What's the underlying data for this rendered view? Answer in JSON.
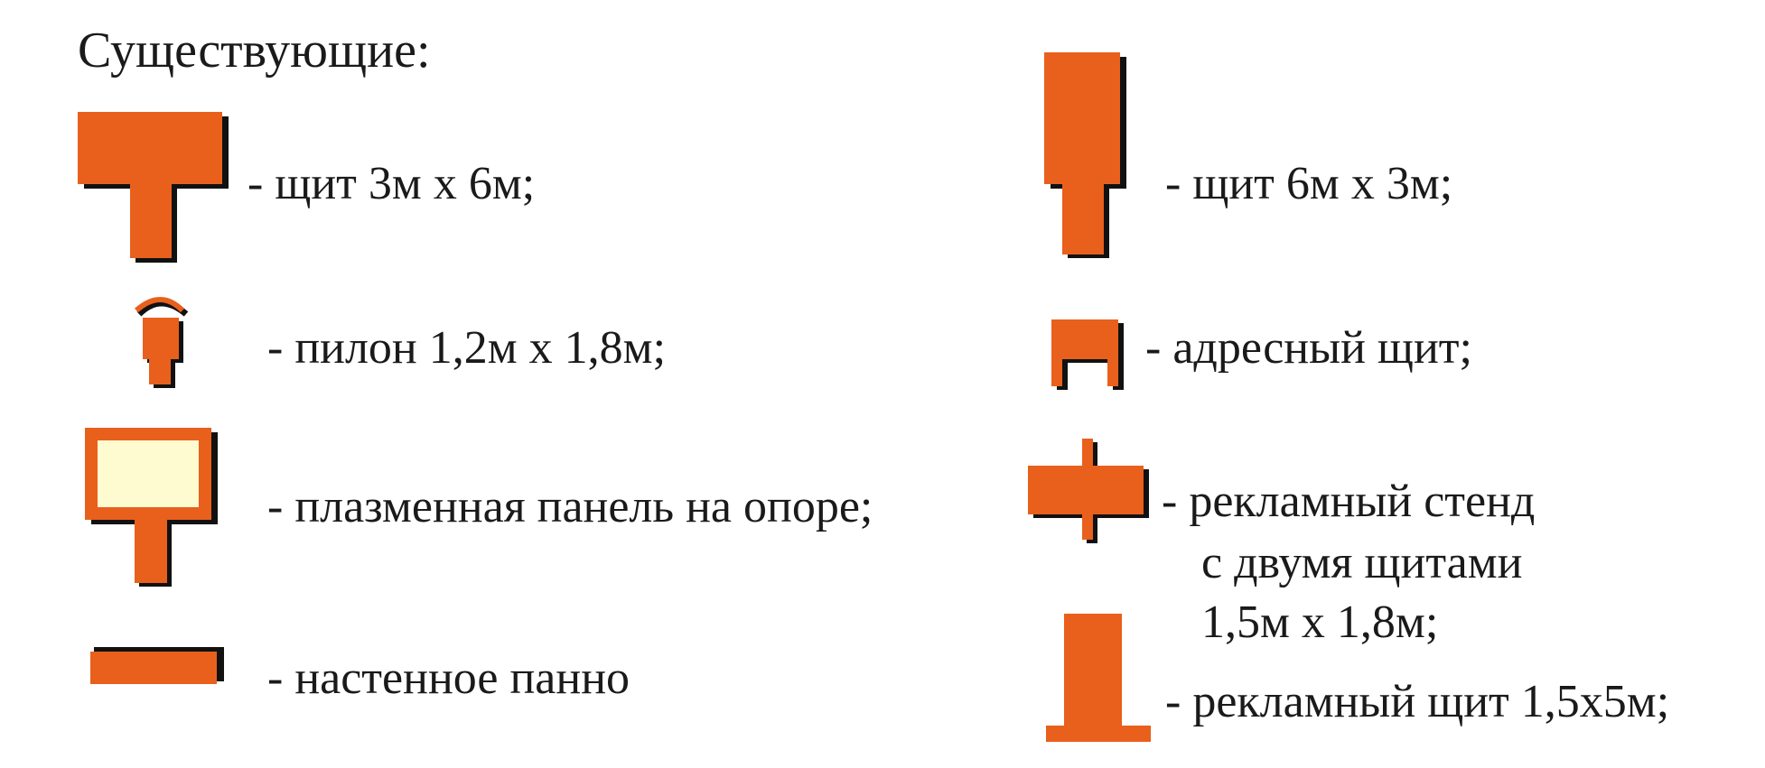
{
  "title": "Существующие:",
  "colors": {
    "symbol_fill": "#E8601C",
    "symbol_shadow": "#111111",
    "panel_screen": "#FFFBD0"
  },
  "legend": {
    "billboard_3x6": {
      "label": "- щит 3м х 6м;",
      "icon": "billboard-horizontal-icon"
    },
    "billboard_6x3": {
      "label": "- щит 6м х 3м;",
      "icon": "billboard-vertical-icon"
    },
    "pylon": {
      "label": "- пилон 1,2м х 1,8м;",
      "icon": "pylon-icon"
    },
    "address_board": {
      "label": "- адресный щит;",
      "icon": "address-board-icon"
    },
    "plasma_panel": {
      "label": "- плазменная панель на опоре;",
      "icon": "plasma-panel-icon"
    },
    "ad_stand": {
      "label_line1": "- рекламный стенд",
      "label_line2": "с двумя щитами",
      "label_line3": "1,5м х 1,8м;",
      "icon": "double-stand-icon"
    },
    "wall_panel": {
      "label": "- настенное панно",
      "icon": "wall-panel-icon"
    },
    "ad_board_1_5x5": {
      "label": "- рекламный щит 1,5х5м;",
      "icon": "ad-board-icon"
    }
  }
}
